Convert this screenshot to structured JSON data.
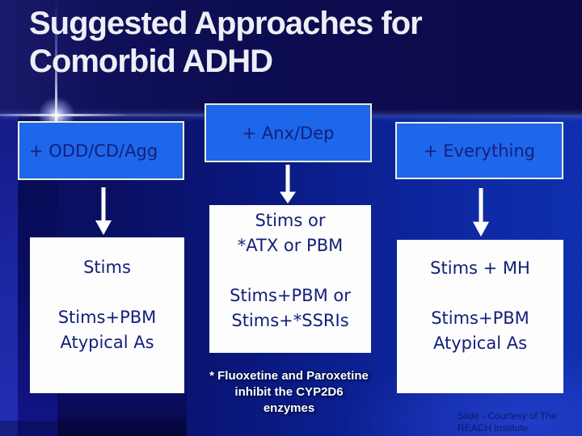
{
  "slide": {
    "title": "Suggested Approaches for\nComorbid ADHD"
  },
  "flow": {
    "columns": [
      {
        "header": "+ ODD/CD/Agg",
        "body": "Stims\n\nStims+PBM\nAtypical As"
      },
      {
        "header": "+ Anx/Dep",
        "body": "Stims or\n*ATX or PBM\n\nStims+PBM or\nStims+*SSRIs"
      },
      {
        "header": "+ Everything",
        "body": "Stims + MH\n\nStims+PBM\nAtypical As"
      }
    ],
    "connector_icon": "down-arrow"
  },
  "footnote": "* Fluoxetine and Paroxetine\ninhibit the CYP2D6\nenzymes",
  "credit": "Slide - Courtesy of The\nREACH Institute",
  "colors": {
    "box_blue": "#1e66ea",
    "box_border": "#eef0da",
    "white_box": "#fdfdfd",
    "text_navy": "#13207a",
    "title": "#edeff5",
    "footnote_text": "#ffffff",
    "footnote_shadow": "#001058",
    "credit_text": "#0b1a66",
    "arrow": "#ffffff",
    "bg_dark_navy": "#0c0c50",
    "bg_bright_blue": "#0f2fae"
  }
}
